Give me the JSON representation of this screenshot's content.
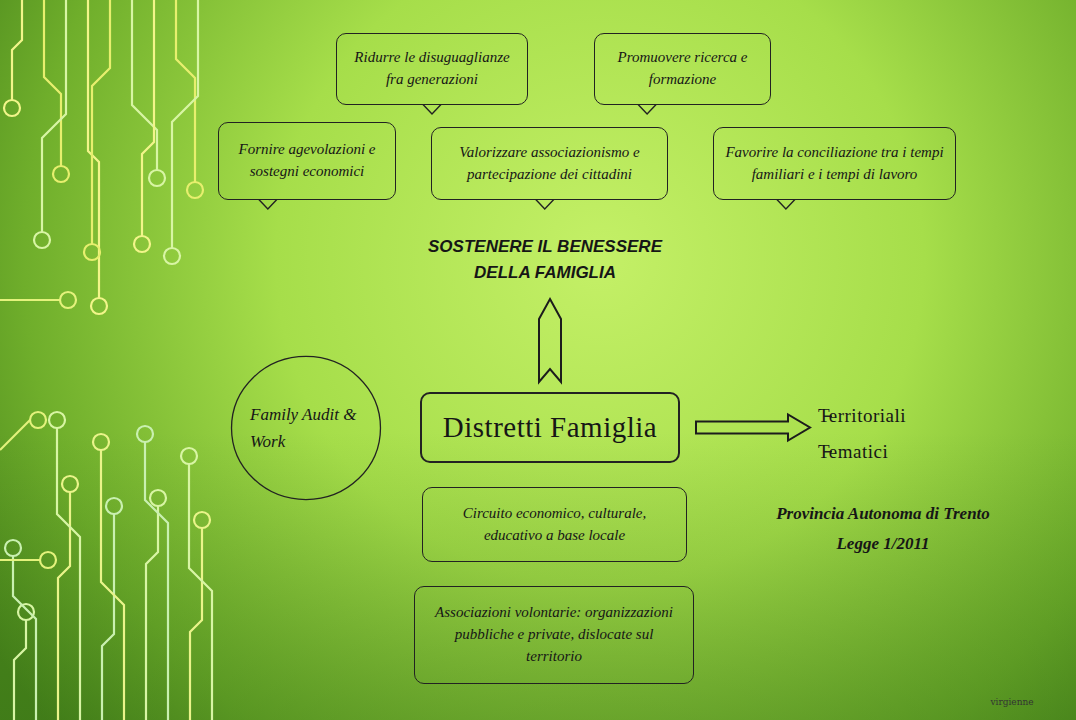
{
  "diagram": {
    "nodes": [
      {
        "text": [
          "Ridurre le disuguaglianze fra generazioni"
        ]
      },
      {
        "text": [
          "Promuovere ricerca e formazione"
        ]
      },
      {
        "text": [
          "Fornire agevolazioni e sostegni economici"
        ]
      },
      {
        "text": [
          "Valorizzare associazionismo e partecipazione dei cittadini"
        ]
      },
      {
        "text": [
          "Favorire la conciliazione tra i tempi familiari e i tempi di lavoro"
        ]
      },
      {
        "text": [
          "SOSTENERE IL BENESSERE DELLA FAMIGLIA"
        ]
      },
      {
        "text": [
          "Family Audit & Work"
        ]
      },
      {
        "text": [
          "Distretti Famiglia"
        ]
      },
      {
        "text": [
          "Territoriali",
          "Tematici"
        ]
      },
      {
        "text": [
          "Circuito economico, culturale, educativo a base locale"
        ]
      },
      {
        "text": [
          "Associazioni volontarie: organizzazioni pubbliche e private, dislocate sul territorio"
        ]
      }
    ],
    "edges": [
      {
        "from": 7,
        "to": 5,
        "arrow": "to"
      },
      {
        "from": 7,
        "to": 8,
        "arrow": "to"
      }
    ],
    "labels": [
      "Provincia Autonoma di Trento",
      "Legge 1/2011",
      "virgienne"
    ]
  }
}
